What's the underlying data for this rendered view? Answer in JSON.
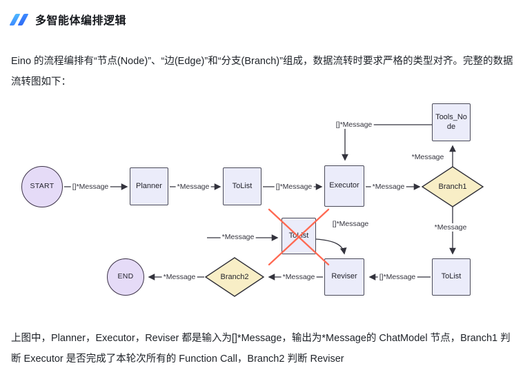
{
  "header": {
    "title": "多智能体编排逻辑"
  },
  "intro": "Eino 的流程编排有“节点(Node)”、“边(Edge)”和“分支(Branch)”组成，数据流转时要求严格的类型对齐。完整的数据流转图如下：",
  "footer": "上图中，Planner，Executor，Reviser 都是输入为[]*Message，输出为*Message的 ChatModel 节点，Branch1 判断 Executor 是否完成了本轮次所有的 Function Call，Branch2 判断 Reviser",
  "diagram": {
    "nodes": {
      "start": "START",
      "planner": "Planner",
      "tolist1": "ToList",
      "executor": "Executor",
      "tools_node": "Tools_Node",
      "branch1": "Branch1",
      "crossed_tolist": "ToList",
      "reviser": "Reviser",
      "tolist2": "ToList",
      "branch2": "Branch2",
      "end": "END"
    },
    "edge_labels": {
      "start_planner": "[]*Message",
      "planner_tolist": "*Message",
      "tolist_executor": "[]*Message",
      "executor_branch1": "*Message",
      "tools_executor": "[]*Message",
      "branch1_tools": "*Message",
      "branch1_tolist2": "*Message",
      "tolist2_reviser": "[]*Message",
      "reviser_branch2": "*Message",
      "branch2_end": "*Message",
      "into_crossed": "*Message",
      "crossed_out": "[]*Message"
    },
    "colors": {
      "node_fill": "#ebecfa",
      "terminal_fill": "#e5dbf7",
      "branch_fill": "#f8eec6",
      "line": "#33333d",
      "cross": "#ff6952",
      "accent_blue": "#3d8bff"
    }
  }
}
